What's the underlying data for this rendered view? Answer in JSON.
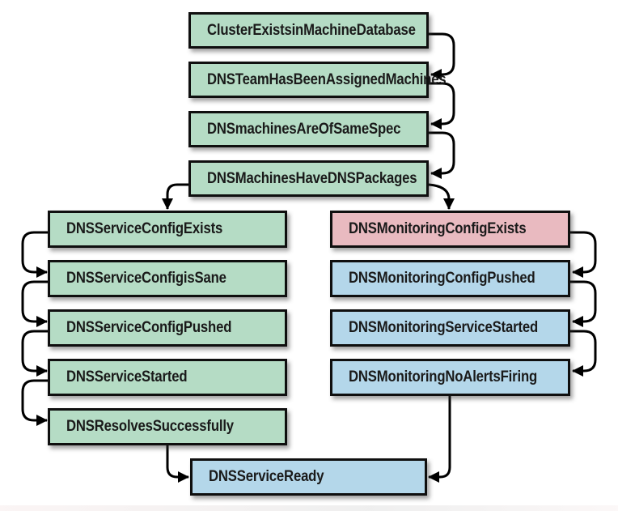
{
  "diagram": {
    "type": "dependency-flowchart",
    "description": "DNS service readiness dependency chain",
    "colors": {
      "green": "#b5dcc5",
      "pink": "#e9bac0",
      "blue": "#b4d7ea",
      "border": "#0f0f0f",
      "arrow": "#000000"
    },
    "nodes": [
      {
        "id": "cluster-exists-in-machine-database",
        "label": "ClusterExistsinMachineDatabase",
        "color": "green"
      },
      {
        "id": "dns-team-has-been-assigned-machines",
        "label": "DNSTeamHasBeenAssignedMachines",
        "color": "green"
      },
      {
        "id": "dns-machines-are-of-same-spec",
        "label": "DNSmachinesAreOfSameSpec",
        "color": "green"
      },
      {
        "id": "dns-machines-have-dns-packages",
        "label": "DNSMachinesHaveDNSPackages",
        "color": "green"
      },
      {
        "id": "dns-service-config-exists",
        "label": "DNSServiceConfigExists",
        "color": "green"
      },
      {
        "id": "dns-service-config-is-sane",
        "label": "DNSServiceConfigisSane",
        "color": "green"
      },
      {
        "id": "dns-service-config-pushed",
        "label": "DNSServiceConfigPushed",
        "color": "green"
      },
      {
        "id": "dns-service-started",
        "label": "DNSServiceStarted",
        "color": "green"
      },
      {
        "id": "dns-resolves-successfully",
        "label": "DNSResolvesSuccessfully",
        "color": "green"
      },
      {
        "id": "dns-monitoring-config-exists",
        "label": "DNSMonitoringConfigExists",
        "color": "pink"
      },
      {
        "id": "dns-monitoring-config-pushed",
        "label": "DNSMonitoringConfigPushed",
        "color": "blue"
      },
      {
        "id": "dns-monitoring-service-started",
        "label": "DNSMonitoringServiceStarted",
        "color": "blue"
      },
      {
        "id": "dns-monitoring-no-alerts-firing",
        "label": "DNSMonitoringNoAlertsFiring",
        "color": "blue"
      },
      {
        "id": "dns-service-ready",
        "label": "DNSServiceReady",
        "color": "blue"
      }
    ],
    "edges": [
      {
        "from": "ClusterExistsinMachineDatabase",
        "to": "DNSTeamHasBeenAssignedMachines"
      },
      {
        "from": "DNSTeamHasBeenAssignedMachines",
        "to": "DNSmachinesAreOfSameSpec"
      },
      {
        "from": "DNSmachinesAreOfSameSpec",
        "to": "DNSMachinesHaveDNSPackages"
      },
      {
        "from": "DNSMachinesHaveDNSPackages",
        "to": "DNSServiceConfigExists"
      },
      {
        "from": "DNSMachinesHaveDNSPackages",
        "to": "DNSMonitoringConfigExists"
      },
      {
        "from": "DNSServiceConfigExists",
        "to": "DNSServiceConfigisSane"
      },
      {
        "from": "DNSServiceConfigisSane",
        "to": "DNSServiceConfigPushed"
      },
      {
        "from": "DNSServiceConfigPushed",
        "to": "DNSServiceStarted"
      },
      {
        "from": "DNSServiceStarted",
        "to": "DNSResolvesSuccessfully"
      },
      {
        "from": "DNSMonitoringConfigExists",
        "to": "DNSMonitoringConfigPushed"
      },
      {
        "from": "DNSMonitoringConfigPushed",
        "to": "DNSMonitoringServiceStarted"
      },
      {
        "from": "DNSMonitoringServiceStarted",
        "to": "DNSMonitoringNoAlertsFiring"
      },
      {
        "from": "DNSResolvesSuccessfully",
        "to": "DNSServiceReady"
      },
      {
        "from": "DNSMonitoringNoAlertsFiring",
        "to": "DNSServiceReady"
      }
    ]
  }
}
